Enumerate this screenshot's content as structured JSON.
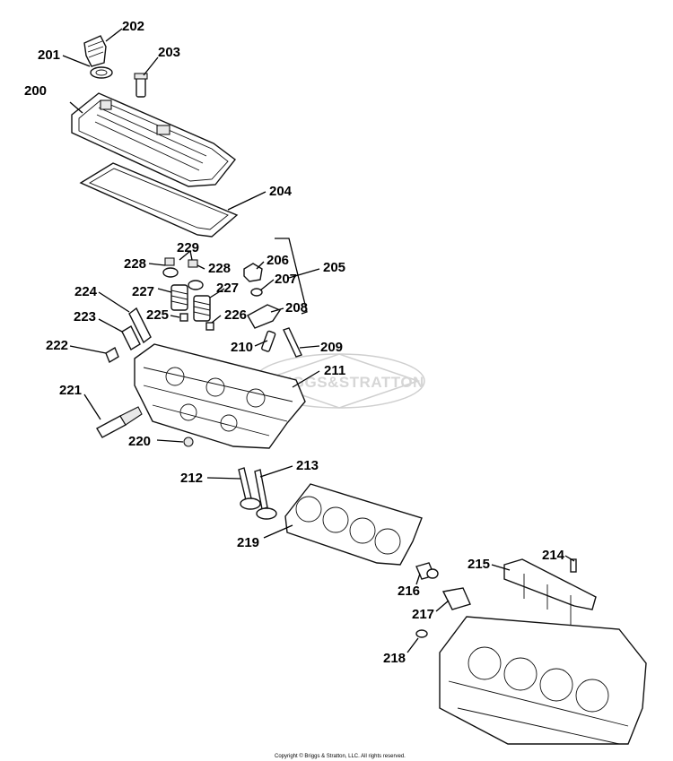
{
  "watermark": {
    "brand": "BRIGGS&STRATTON"
  },
  "copyright": "Copyright © Briggs & Stratton, LLC. All rights reserved.",
  "callouts": {
    "c200": "200",
    "c201": "201",
    "c202": "202",
    "c203": "203",
    "c204": "204",
    "c205": "205",
    "c206": "206",
    "c207": "207",
    "c208": "208",
    "c209": "209",
    "c210": "210",
    "c211": "211",
    "c212": "212",
    "c213": "213",
    "c214": "214",
    "c215": "215",
    "c216": "216",
    "c217": "217",
    "c218": "218",
    "c219": "219",
    "c220": "220",
    "c221": "221",
    "c222": "222",
    "c223": "223",
    "c224": "224",
    "c225": "225",
    "c226": "226",
    "c227a": "227",
    "c227b": "227",
    "c228a": "228",
    "c228b": "228",
    "c229": "229"
  }
}
